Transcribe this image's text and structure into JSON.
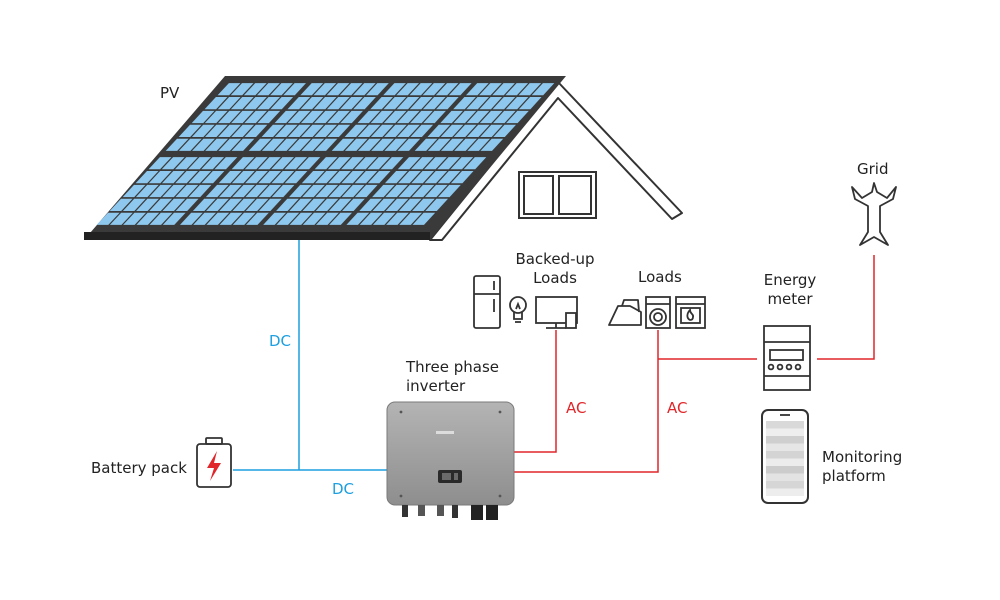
{
  "labels": {
    "pv": "PV",
    "grid": "Grid",
    "backed_up_loads_1": "Backed-up",
    "backed_up_loads_2": "Loads",
    "loads": "Loads",
    "energy_meter_1": "Energy",
    "energy_meter_2": "meter",
    "inverter_1": "Three phase",
    "inverter_2": "inverter",
    "battery_pack": "Battery pack",
    "monitoring_1": "Monitoring",
    "monitoring_2": "platform",
    "dc_pv": "DC",
    "dc_battery": "DC",
    "ac_backup": "AC",
    "ac_loads": "AC"
  },
  "colors": {
    "dc_line": "#1d9fe0",
    "ac_line": "#e0262a",
    "panel_cell": "#8ec8ee",
    "panel_frame": "#3a3a3a",
    "outline": "#333333",
    "inverter_body": "#9c9c9c"
  },
  "icons": [
    "solar-panel-icon",
    "house-roof-icon",
    "window-icon",
    "pylon-icon",
    "fridge-icon",
    "bulb-icon",
    "tv-icon",
    "iron-icon",
    "washer-icon",
    "oven-icon",
    "energy-meter-icon",
    "phone-icon",
    "battery-icon",
    "inverter-icon"
  ]
}
